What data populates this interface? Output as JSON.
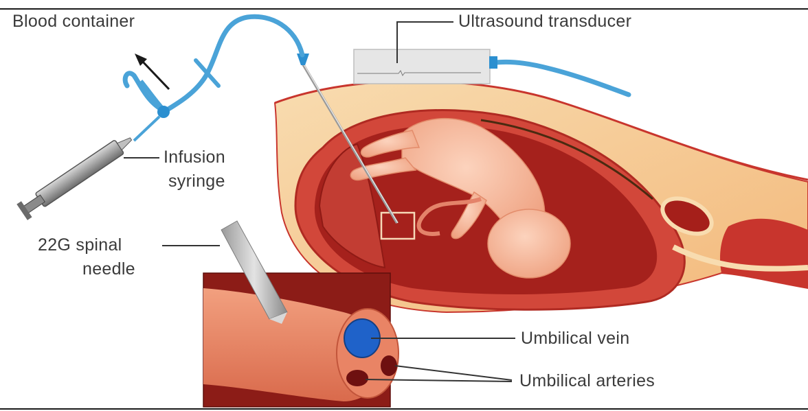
{
  "labels": {
    "blood_container": "Blood container",
    "ultrasound_transducer": "Ultrasound transducer",
    "infusion_syringe_line1": "Infusion",
    "infusion_syringe_line2": "syringe",
    "spinal_needle_line1": "22G spinal",
    "spinal_needle_line2": "needle",
    "umbilical_vein": "Umbilical vein",
    "umbilical_arteries": "Umbilical arteries"
  },
  "colors": {
    "tubing": "#4aa3d8",
    "connector": "#2b8fd0",
    "uterus_wall": "#c8352d",
    "amniotic_cavity": "#a5211c",
    "abdominal_wall": "#f6c98e",
    "fetus_skin": "#f7b99a",
    "transducer": "#e6e6e6",
    "cord_tissue": "#e98465",
    "vein": "#1f62c9",
    "artery": "#6e1010"
  }
}
